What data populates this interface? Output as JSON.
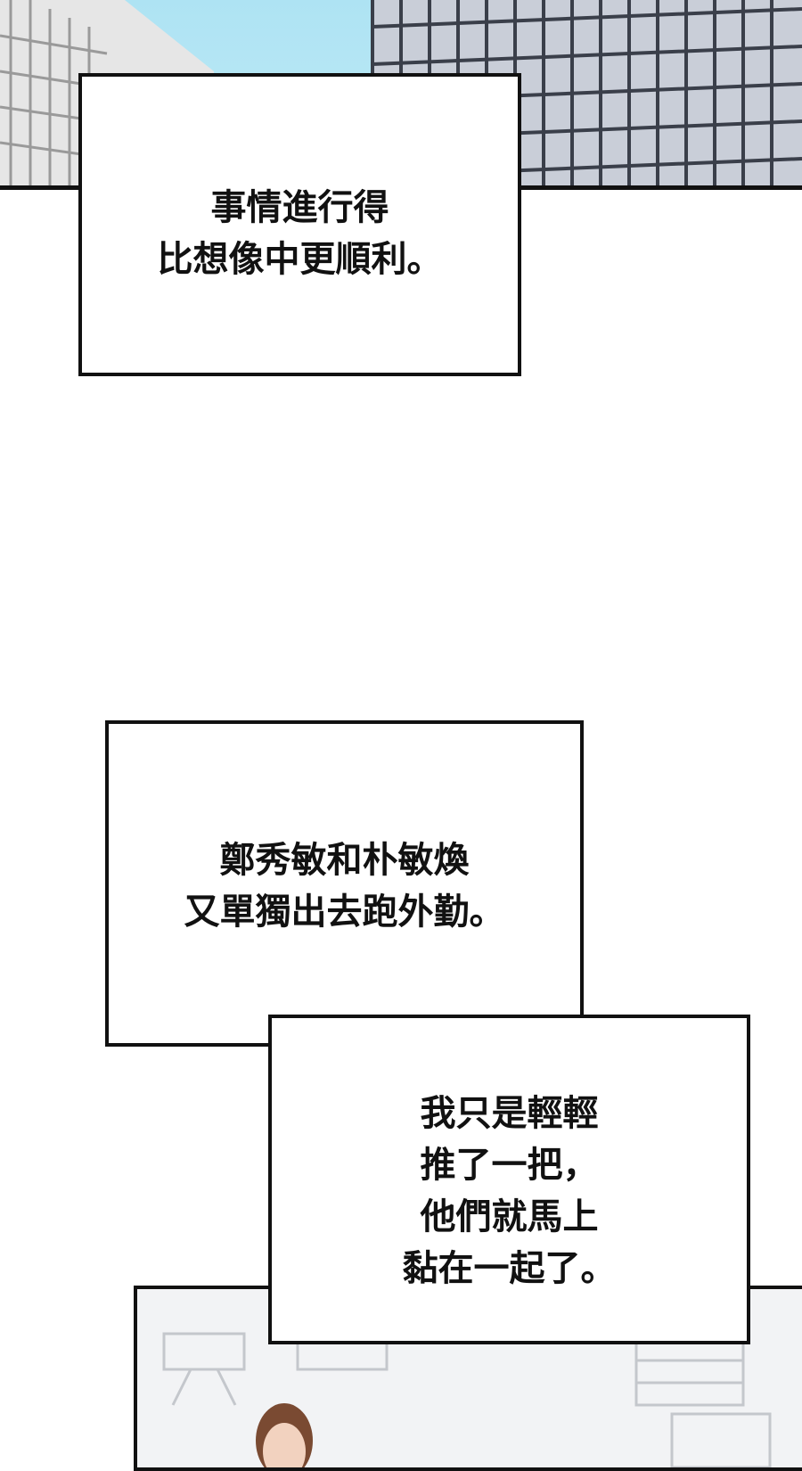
{
  "captions": {
    "first": {
      "lines": [
        "事情進行得",
        "比想像中更順利。"
      ]
    },
    "second": {
      "lines": [
        "鄭秀敏和朴敏煥",
        "又單獨出去跑外勤。"
      ]
    },
    "third": {
      "lines": [
        "我只是輕輕",
        "推了一把，",
        "他們就馬上",
        "黏在一起了。"
      ]
    }
  },
  "colors": {
    "sky": "#aee3f3",
    "building_light": "#e3e3e3",
    "building_glass": "#c8ccd6",
    "border": "#111111",
    "office_floor": "#f2f3f5"
  }
}
